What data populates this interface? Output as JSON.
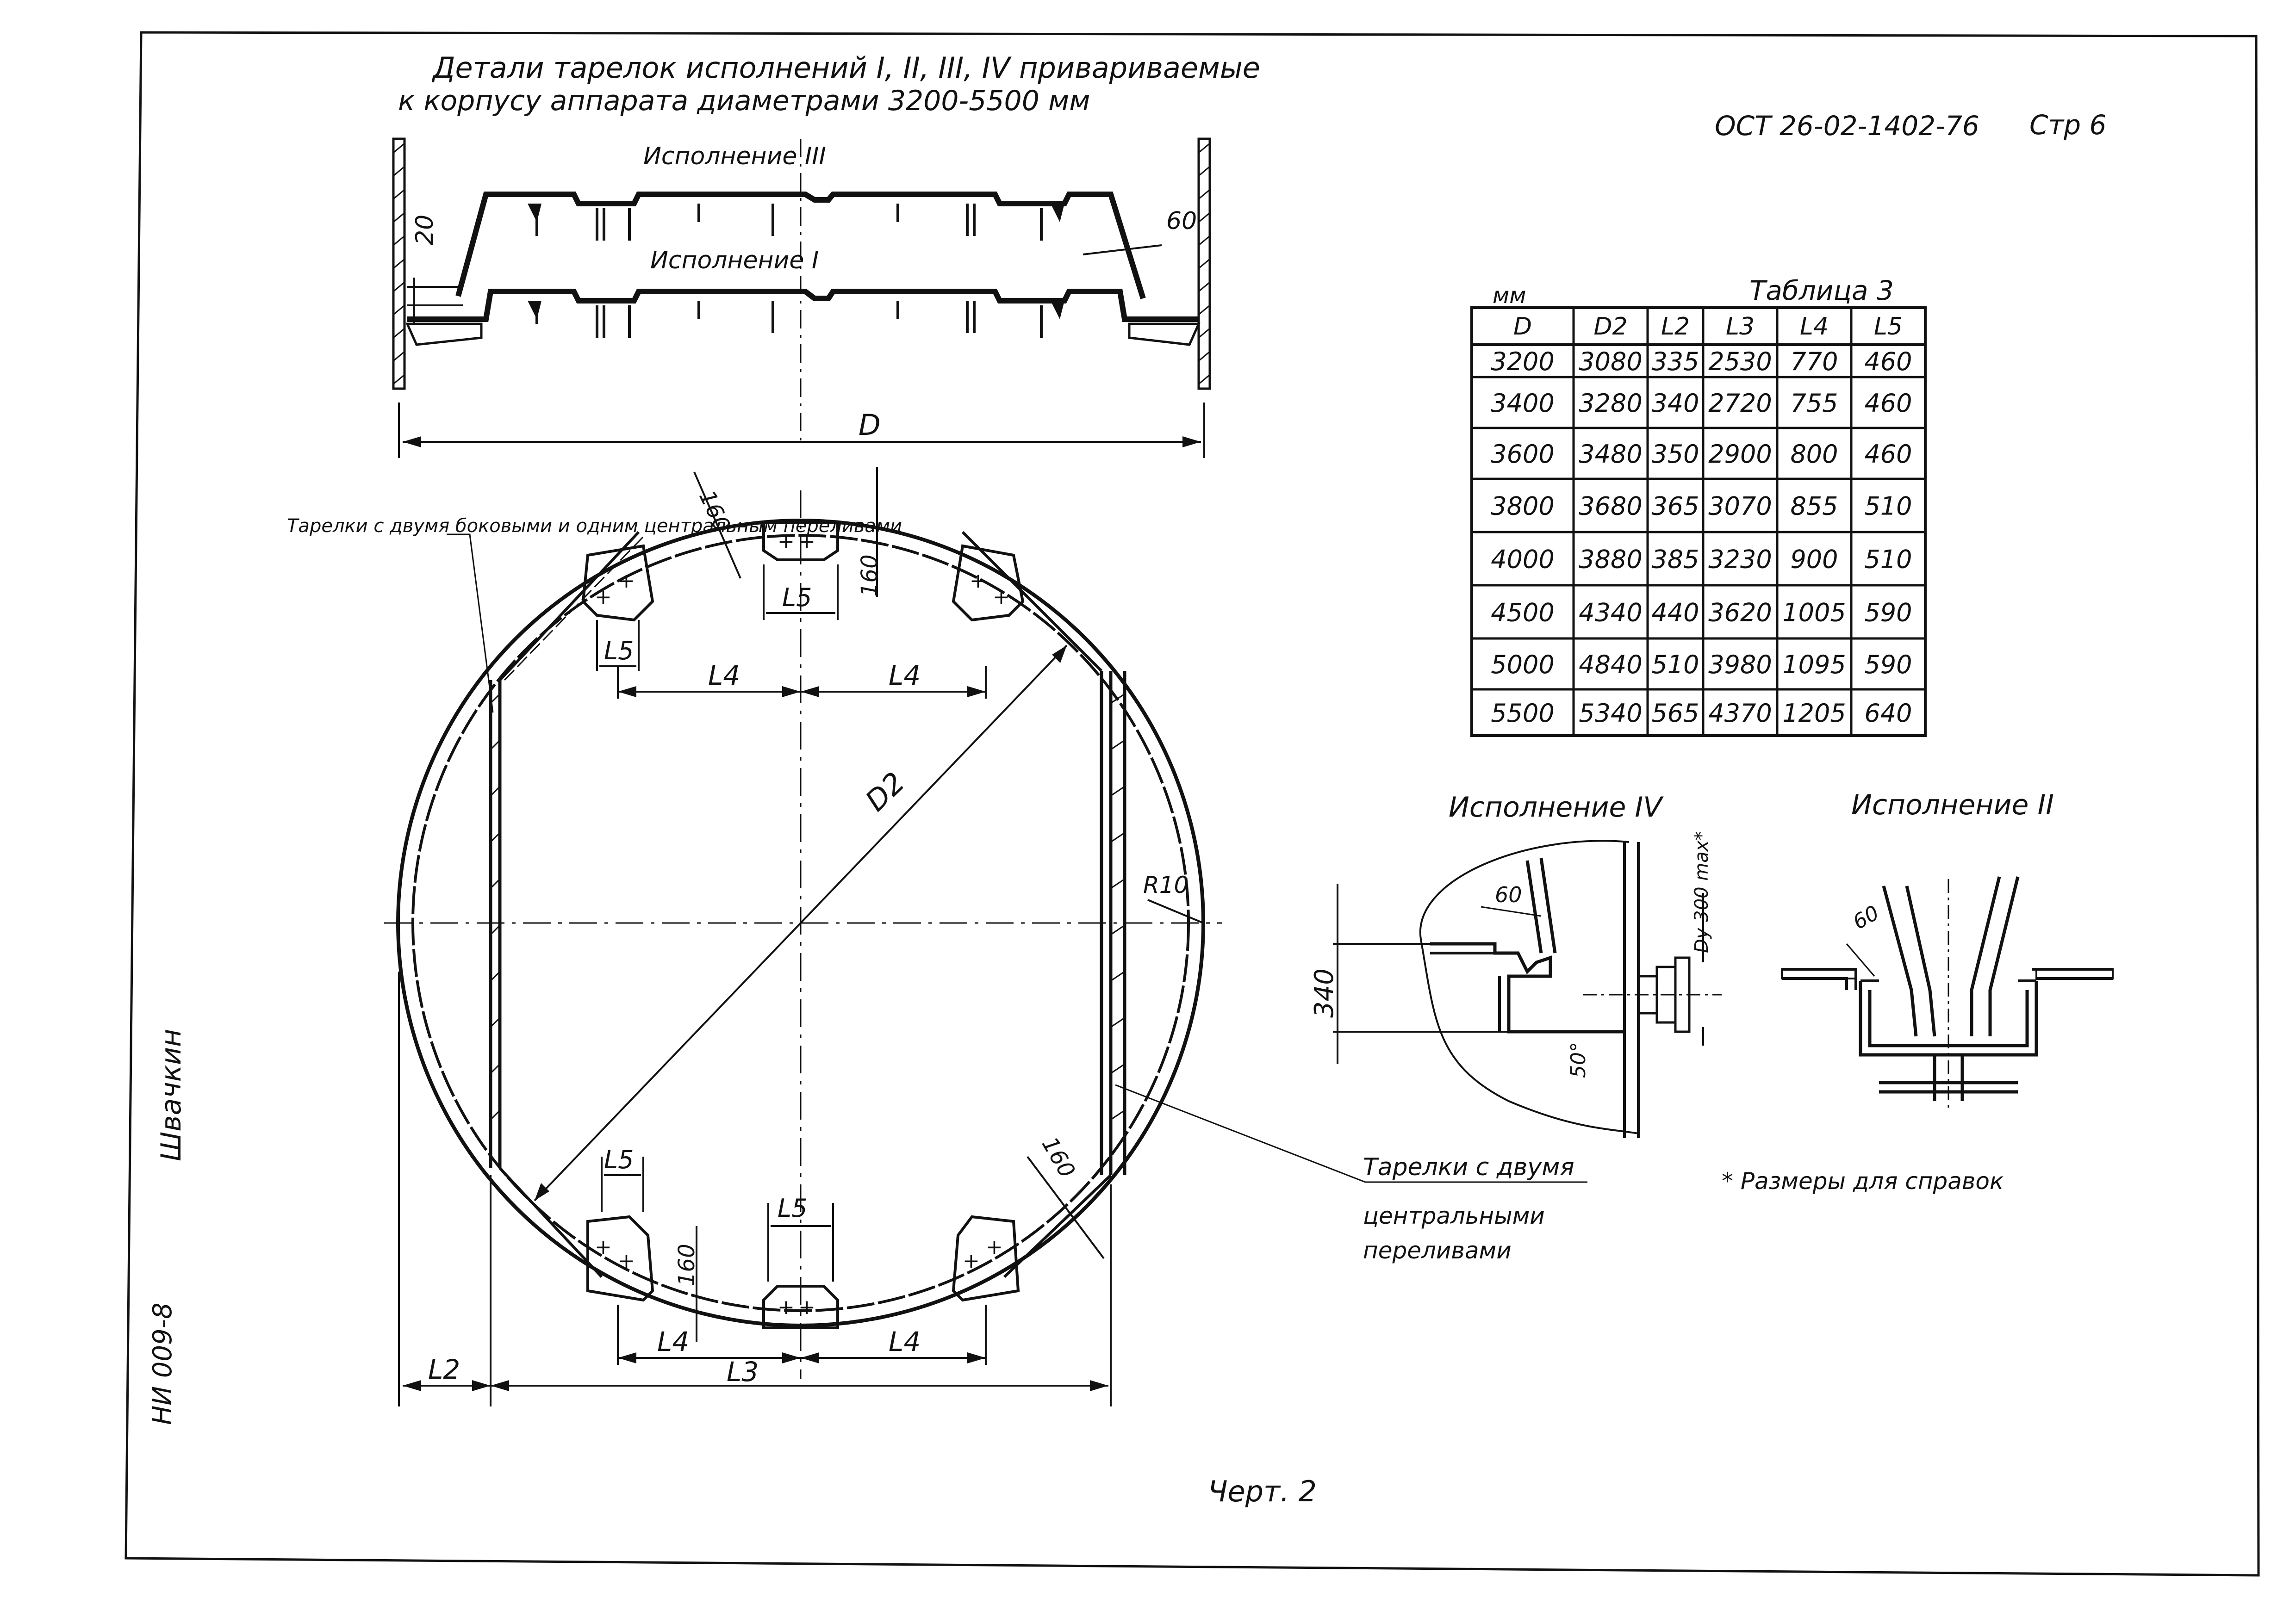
{
  "header": {
    "title_line1": "Детали тарелок исполнений I, II, III, IV привариваемые",
    "title_line2": "к корпусу аппарата диаметрами 3200-5500 мм",
    "doc_code": "ОСТ 26-02-1402-76",
    "page": "Стр 6"
  },
  "side_view": {
    "label_top": "Исполнение III",
    "label_bottom": "Исполнение I",
    "dim_20": "20",
    "dim_60": "60",
    "dim_D": "D"
  },
  "plan_view": {
    "note_side": "Тарелки с двумя боковыми и одним центральным переливами",
    "note_central_1": "Тарелки с двумя",
    "note_central_2": "центральными",
    "note_central_3": "переливами",
    "dim_160": "160",
    "dim_L5": "L5",
    "dim_L4": "L4",
    "dim_L3": "L3",
    "dim_L2": "L2",
    "dim_D2": "D2",
    "dim_R10": "R10"
  },
  "table": {
    "units": "мм",
    "title": "Таблица 3",
    "headers": [
      "D",
      "D2",
      "L2",
      "L3",
      "L4",
      "L5"
    ],
    "rows": [
      [
        "3200",
        "3080",
        "335",
        "2530",
        "770",
        "460"
      ],
      [
        "3400",
        "3280",
        "340",
        "2720",
        "755",
        "460"
      ],
      [
        "3600",
        "3480",
        "350",
        "2900",
        "800",
        "460"
      ],
      [
        "3800",
        "3680",
        "365",
        "3070",
        "855",
        "510"
      ],
      [
        "4000",
        "3880",
        "385",
        "3230",
        "900",
        "510"
      ],
      [
        "4500",
        "4340",
        "440",
        "3620",
        "1005",
        "590"
      ],
      [
        "5000",
        "4840",
        "510",
        "3980",
        "1095",
        "590"
      ],
      [
        "5500",
        "5340",
        "565",
        "4370",
        "1205",
        "640"
      ]
    ]
  },
  "detail_iv": {
    "title": "Исполнение IV",
    "dim_60": "60",
    "dim_340": "340",
    "dim_50": "50°",
    "dim_dy": "Dу 300 max*"
  },
  "detail_ii": {
    "title": "Исполнение II",
    "dim_60": "60"
  },
  "footnote": "* Размеры для справок",
  "drawing_label": "Черт. 2",
  "margin_left_top": "Швачкин",
  "margin_left_bottom": "НИ 009-8"
}
